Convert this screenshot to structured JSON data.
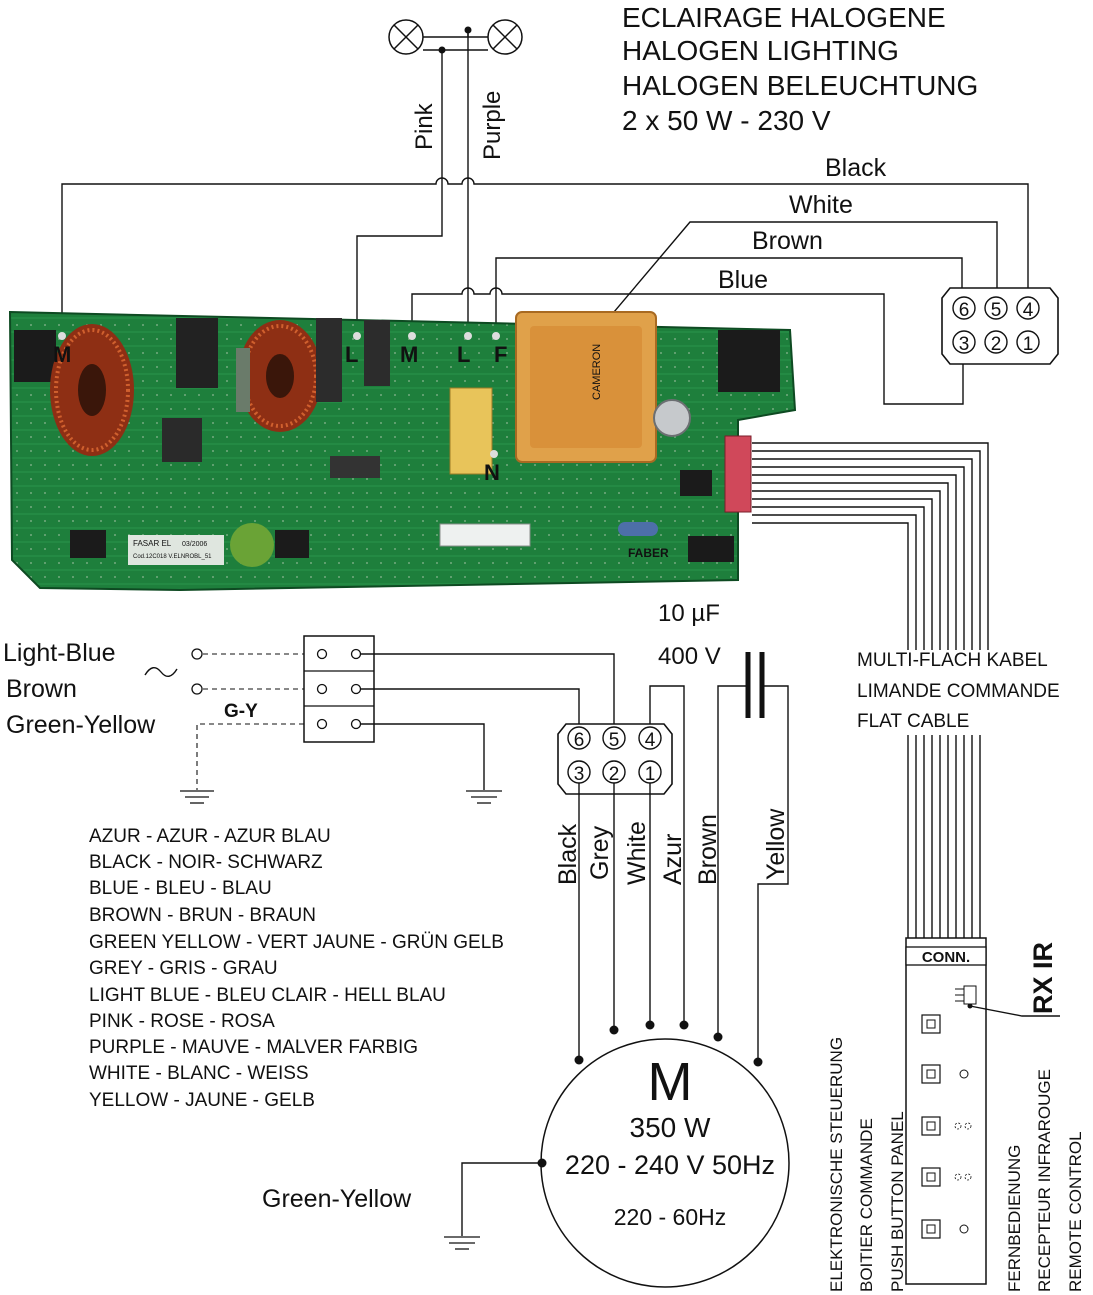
{
  "halogen": {
    "lines": [
      "ECLAIRAGE HALOGENE",
      "HALOGEN LIGHTING",
      "HALOGEN BELEUCHTUNG",
      "2 x 50 W - 230 V"
    ],
    "wire_left": "Pink",
    "wire_right": "Purple"
  },
  "top_wires": {
    "black": "Black",
    "white": "White",
    "brown": "Brown",
    "blue": "Blue"
  },
  "connector_numbers": [
    "6",
    "5",
    "4",
    "3",
    "2",
    "1"
  ],
  "board": {
    "terminals": {
      "m1": "M",
      "l1": "L",
      "m2": "M",
      "l2": "L",
      "f": "F",
      "n": "N"
    },
    "part_label": "FASAR EL",
    "part_code": "Cod.12C018 V.ELNROBL_51",
    "date": "03/2006",
    "brand": "FABER",
    "transformer": "CAMERON"
  },
  "capacitor": {
    "capacitance": "10 µF",
    "voltage": "400 V"
  },
  "mains": {
    "light_blue": "Light-Blue",
    "brown": "Brown",
    "green_yellow": "Green-Yellow",
    "gy_short": "G-Y"
  },
  "flat_cable": {
    "lines": [
      "MULTI-FLACH KABEL",
      "LIMANDE COMMANDE",
      "FLAT CABLE"
    ]
  },
  "motor_wires": {
    "black": "Black",
    "grey": "Grey",
    "white": "White",
    "azur": "Azur",
    "brown": "Brown",
    "yellow": "Yellow"
  },
  "motor": {
    "symbol": "M",
    "power": "350 W",
    "voltage": "220 - 240 V 50Hz",
    "alt": "220 - 60Hz",
    "ground": "Green-Yellow"
  },
  "legend": [
    "AZUR - AZUR - AZUR BLAU",
    "BLACK - NOIR- SCHWARZ",
    "BLUE - BLEU - BLAU",
    "BROWN - BRUN - BRAUN",
    "GREEN YELLOW - VERT JAUNE - GRÜN GELB",
    "GREY - GRIS - GRAU",
    "LIGHT BLUE - BLEU CLAIR - HELL BLAU",
    "PINK - ROSE - ROSA",
    "PURPLE - MAUVE - MALVER FARBIG",
    "WHITE - BLANC - WEISS",
    "YELLOW - JAUNE - GELB"
  ],
  "control": {
    "conn": "CONN.",
    "rx_ir": "RX IR",
    "push_lines": [
      "ELEKTRONISCHE STEUERUNG",
      "BOITIER COMMANDE",
      "PUSH BUTTON PANEL"
    ],
    "remote_lines": [
      "FERNBEDIENUNG",
      "RECEPTEUR INFRAROUGE",
      "REMOTE CONTROL"
    ]
  },
  "colors": {
    "pcb": "#1e7f3c",
    "pcb_dark": "#145c2b",
    "coil": "#b8431e",
    "transformer": "#e0a14a",
    "capacitor_box": "#e8c45a"
  }
}
